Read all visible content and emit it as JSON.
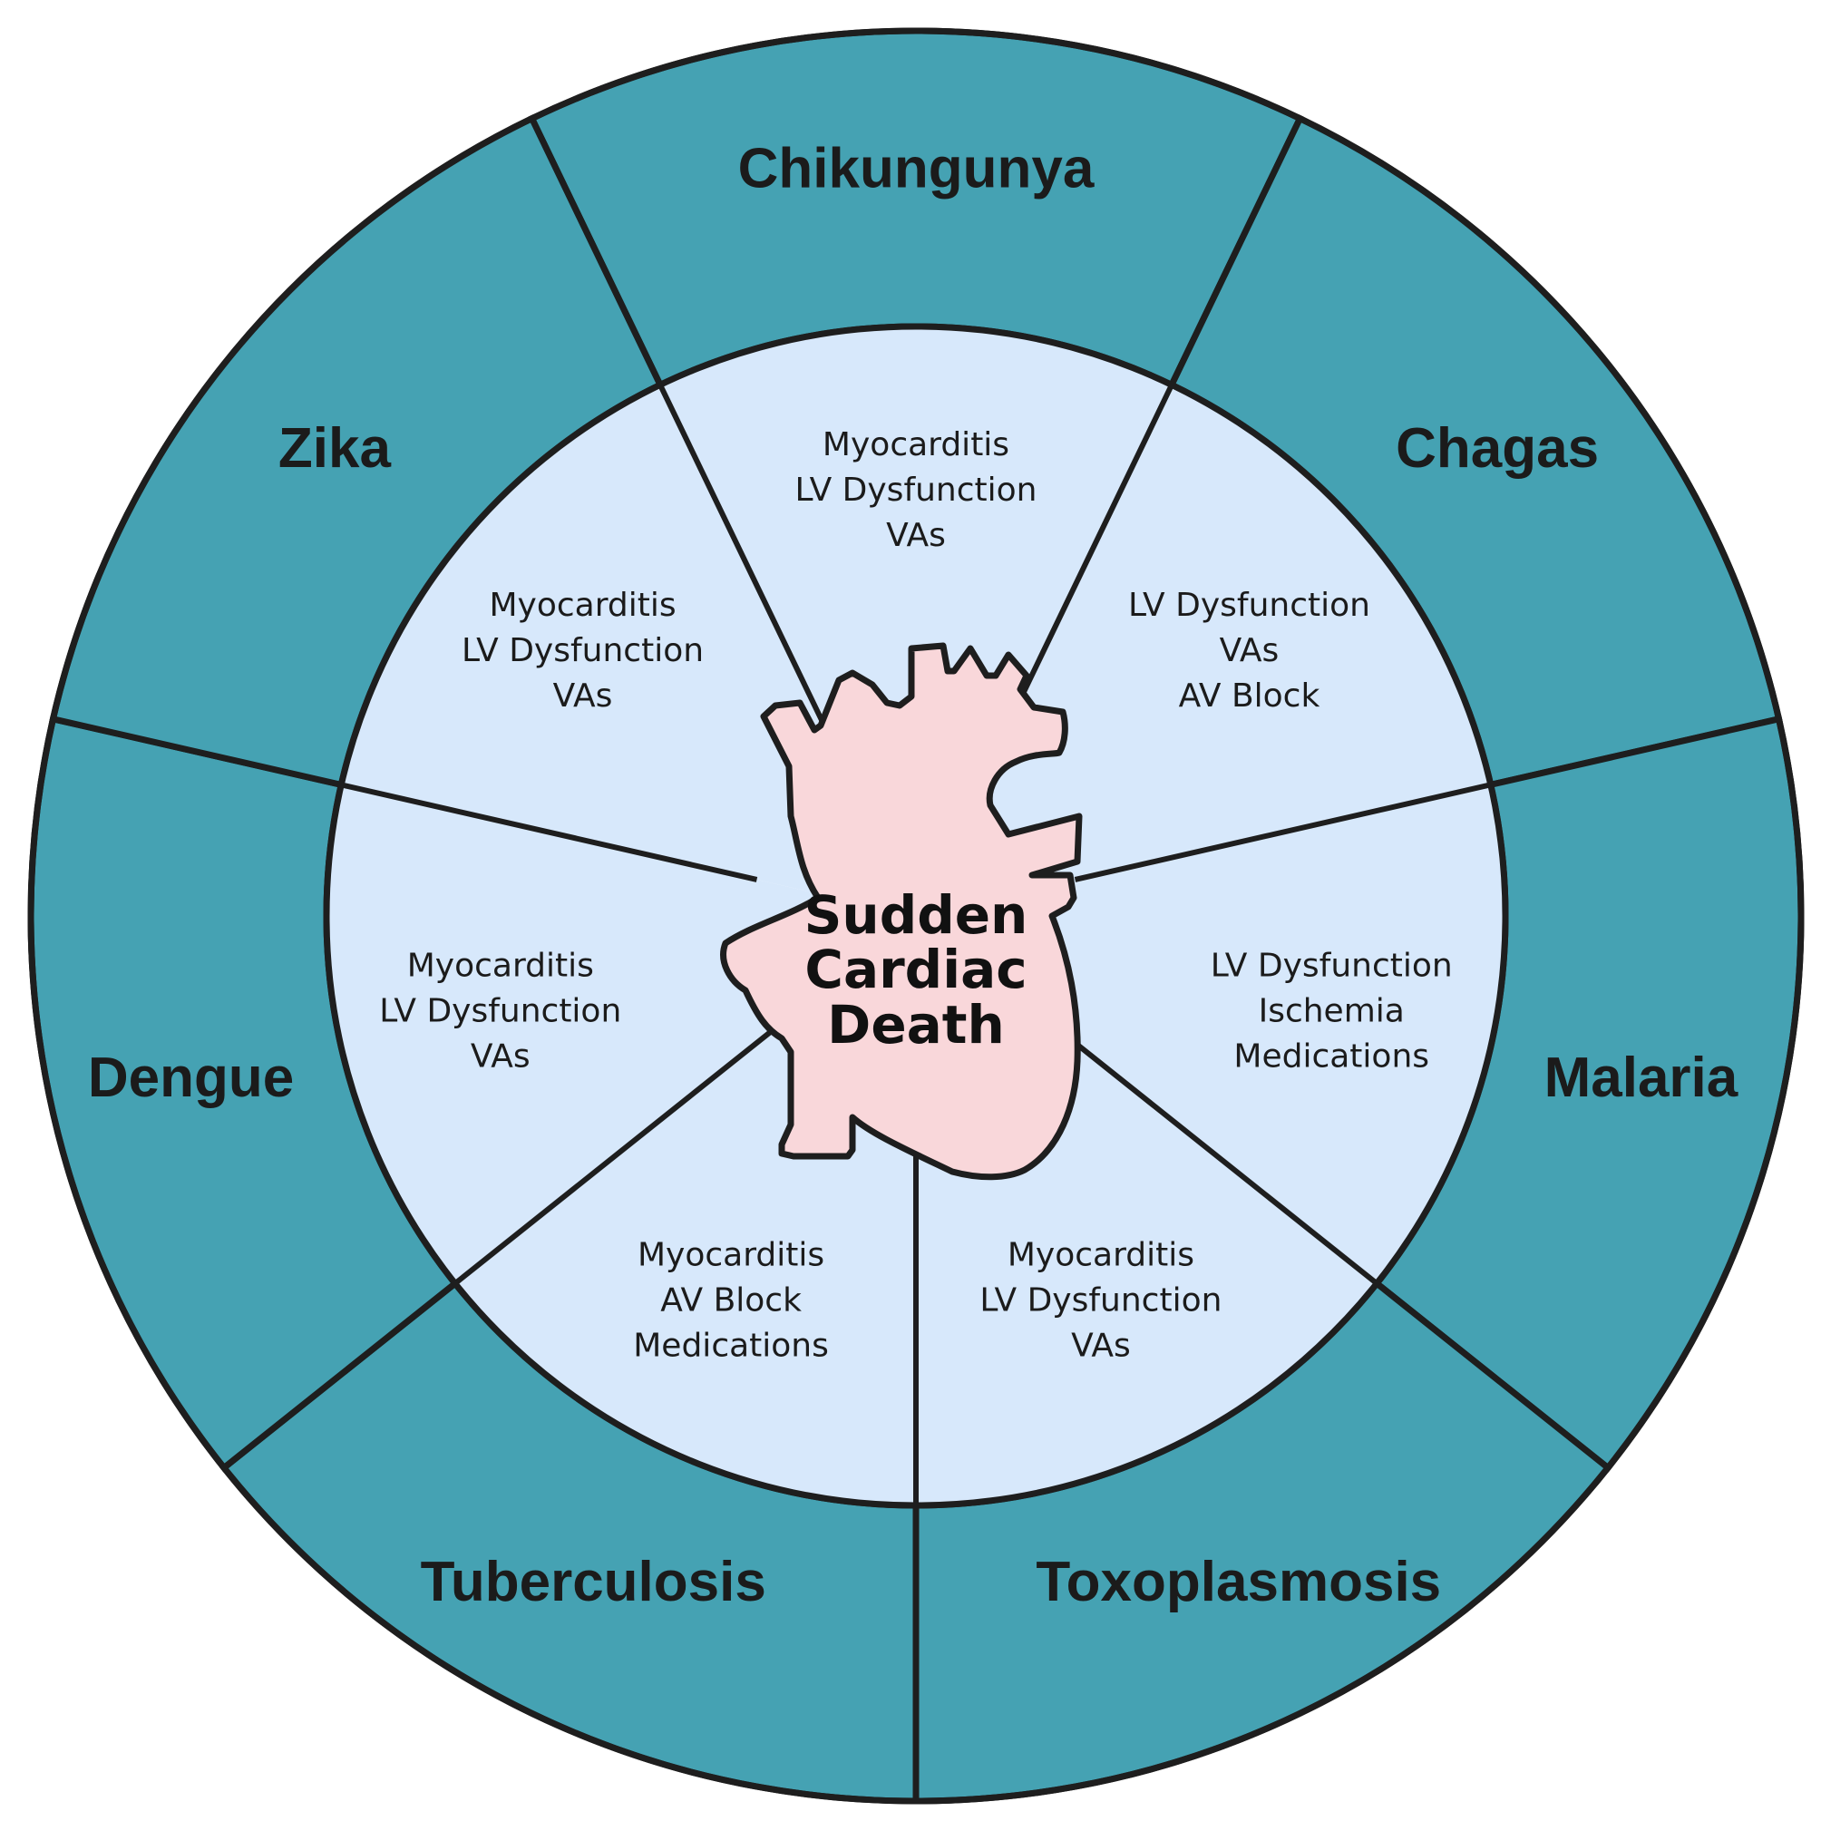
{
  "center": {
    "lines": [
      "Sudden",
      "Cardiac",
      "Death"
    ]
  },
  "segments": [
    {
      "disease": "Chikungunya",
      "effects": [
        "Myocarditis",
        "LV Dysfunction",
        "VAs"
      ]
    },
    {
      "disease": "Chagas",
      "effects": [
        "LV Dysfunction",
        "VAs",
        "AV Block"
      ]
    },
    {
      "disease": "Malaria",
      "effects": [
        "LV Dysfunction",
        "Ischemia",
        "Medications"
      ]
    },
    {
      "disease": "Toxoplasmosis",
      "effects": [
        "Myocarditis",
        "LV Dysfunction",
        "VAs"
      ]
    },
    {
      "disease": "Tuberculosis",
      "effects": [
        "Myocarditis",
        "AV Block",
        "Medications"
      ]
    },
    {
      "disease": "Dengue",
      "effects": [
        "Myocarditis",
        "LV Dysfunction",
        "VAs"
      ]
    },
    {
      "disease": "Zika",
      "effects": [
        "Myocarditis",
        "LV Dysfunction",
        "VAs"
      ]
    }
  ],
  "colors": {
    "outer_ring": "#45a2b3",
    "inner_ring": "#d7e8fb",
    "heart_fill": "#f9d7da",
    "stroke": "#1e1e1e"
  }
}
